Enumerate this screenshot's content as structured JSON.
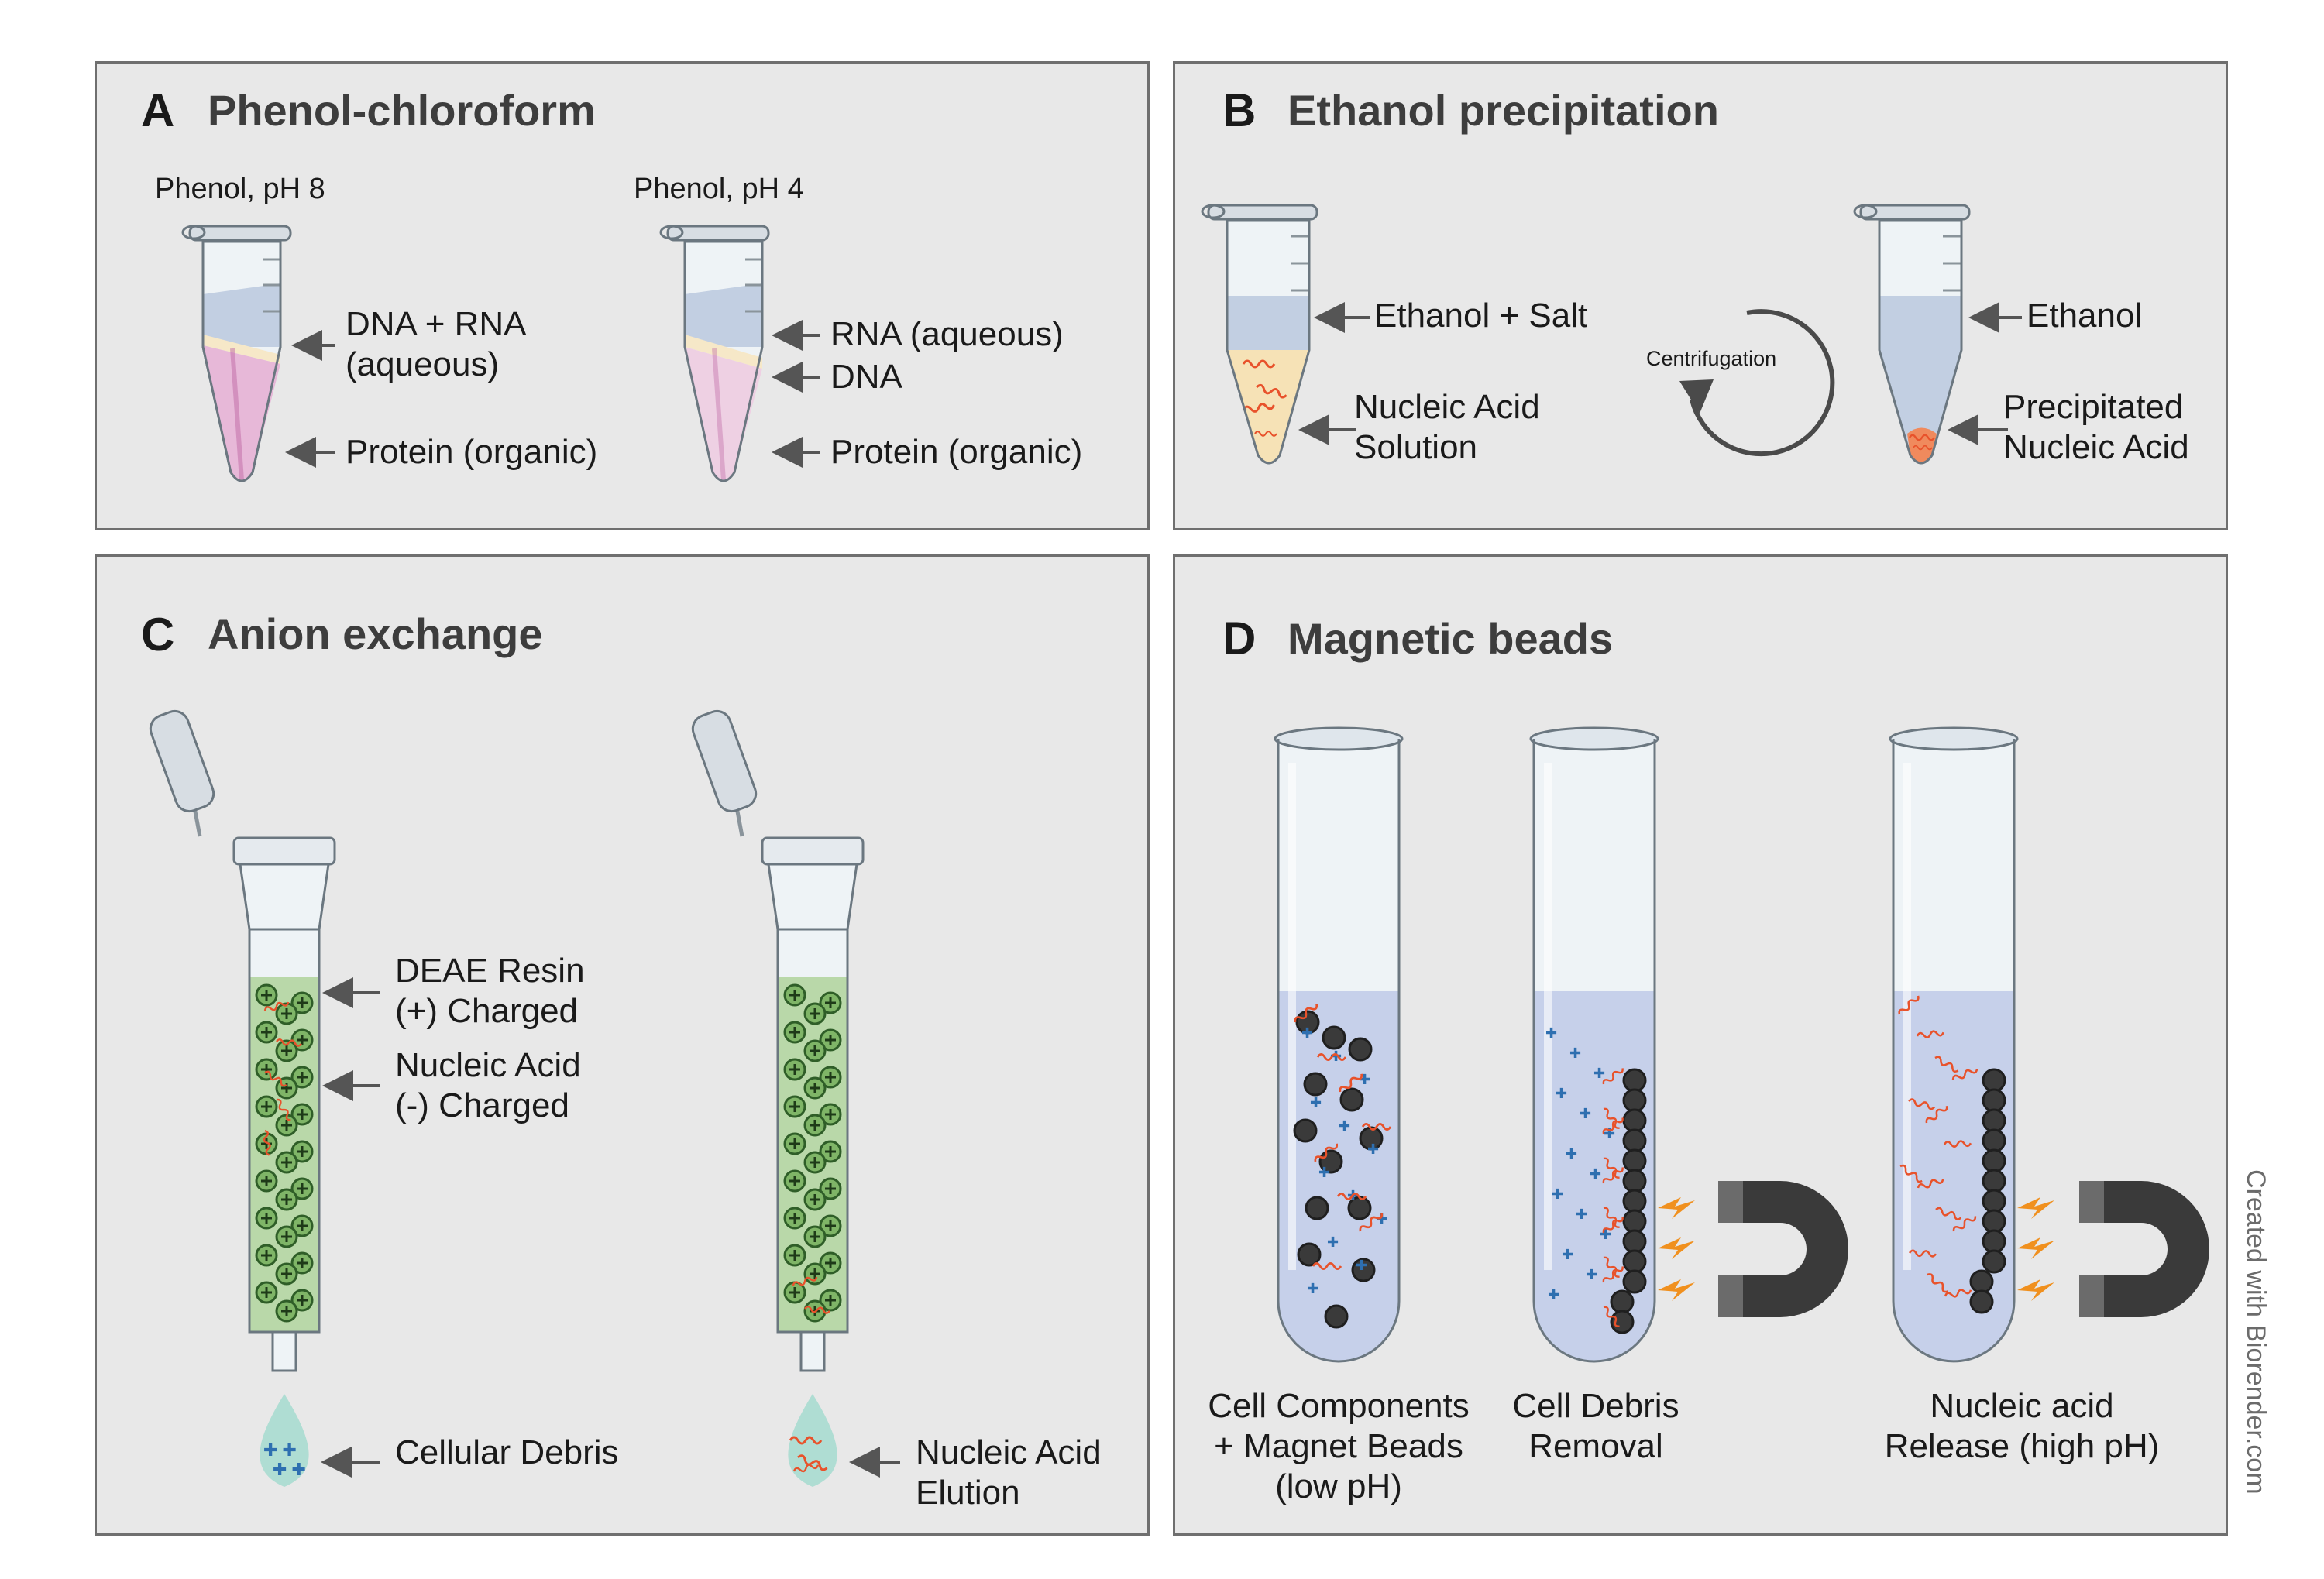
{
  "panels": {
    "a": {
      "letter": "A",
      "title": "Phenol-chloroform",
      "tube1_heading": "Phenol, pH 8",
      "tube1_label_top_1": "DNA + RNA",
      "tube1_label_top_2": "(aqueous)",
      "tube1_label_bottom": "Protein (organic)",
      "tube2_heading": "Phenol, pH 4",
      "tube2_label_1": "RNA (aqueous)",
      "tube2_label_2": "DNA",
      "tube2_label_bottom": "Protein (organic)"
    },
    "b": {
      "letter": "B",
      "title": "Ethanol precipitation",
      "tube1_label_top": "Ethanol + Salt",
      "tube1_label_bottom_1": "Nucleic Acid",
      "tube1_label_bottom_2": "Solution",
      "arrow_label": "Centrifugation",
      "tube2_label_top": "Ethanol",
      "tube2_label_bottom_1": "Precipitated",
      "tube2_label_bottom_2": "Nucleic Acid"
    },
    "c": {
      "letter": "C",
      "title": "Anion exchange",
      "resin_1": "DEAE Resin",
      "resin_2": "(+) Charged",
      "nucleic_1": "Nucleic Acid",
      "nucleic_2": "(-) Charged",
      "drop1_label": "Cellular Debris",
      "drop2_label_1": "Nucleic Acid",
      "drop2_label_2": "Elution"
    },
    "d": {
      "letter": "D",
      "title": "Magnetic beads",
      "tube1_label_1": "Cell Components",
      "tube1_label_2": "+ Magnet Beads",
      "tube1_label_3": "(low pH)",
      "tube2_label_1": "Cell Debris",
      "tube2_label_2": "Removal",
      "tube3_label_1": "Nucleic acid",
      "tube3_label_2": "Release (high pH)"
    }
  },
  "credit": "Created with Biorender.com",
  "colors": {
    "panel_bg": "#e8e8e8",
    "panel_border": "#6f6f6f",
    "organic_phase": "#e7b8d8",
    "aqueous_phase": "#c2cfe2",
    "resin": "#5e9e4e",
    "liquid_blue": "#c6d0ea",
    "bead": "#3a3a3a",
    "nucleic_acid": "#e8522b",
    "lightning": "#f0901e",
    "magnet": "#3a3a3a"
  }
}
